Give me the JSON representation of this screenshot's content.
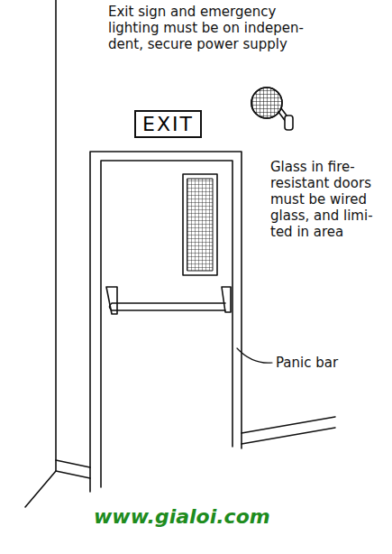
{
  "diagram": {
    "nodes": [
      {
        "text": [
          "EXIT"
        ]
      }
    ],
    "labels": [
      "Exit sign and emergency lighting must be on indepen- dent, secure power supply",
      "Glass in fire- resistant doors must be wired glass, and limi- ted in area",
      "Panic bar",
      "www.gialoi.com"
    ]
  }
}
